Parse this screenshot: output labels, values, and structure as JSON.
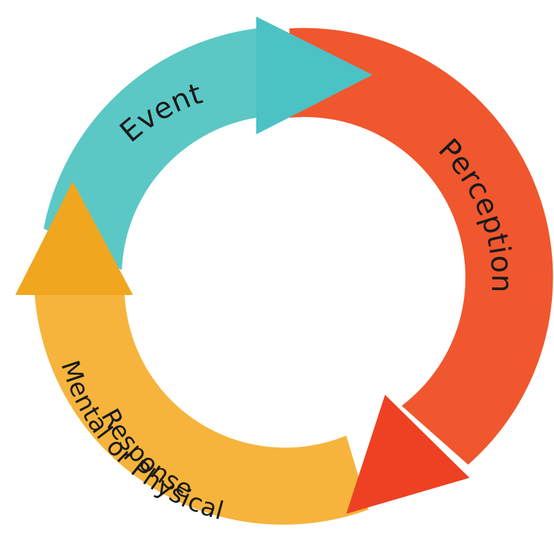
{
  "diagram": {
    "segments": [
      {
        "id": "event",
        "label": "Event",
        "color": "#5BC8C6",
        "head_color": "#4BC2C4"
      },
      {
        "id": "perception",
        "label": "Perception",
        "color": "#F0572E",
        "head_color": "#EE4123"
      },
      {
        "id": "response",
        "label_line1": "Mental or Physical",
        "label_line2": "Response",
        "color": "#F6B43C",
        "head_color": "#F0A61F"
      }
    ]
  }
}
